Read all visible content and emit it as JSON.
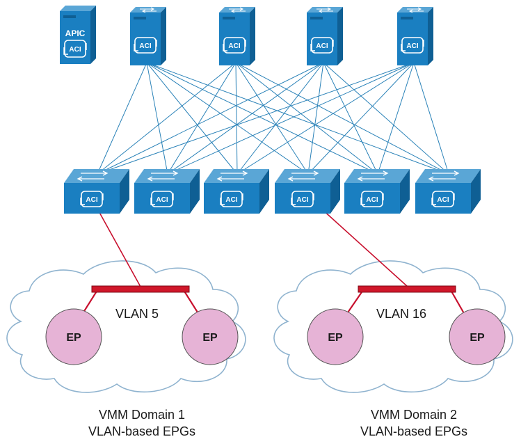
{
  "colors": {
    "device_blue": "#1a7fc1",
    "link_blue": "#2a82b8",
    "epg_link_red": "#c8102e",
    "ep_fill": "#e6b3d6",
    "cloud_stroke": "#8fb3cf"
  },
  "controller": {
    "label": "APIC",
    "badge": "ACI"
  },
  "spines": [
    {
      "badge": "ACI"
    },
    {
      "badge": "ACI"
    },
    {
      "badge": "ACI"
    },
    {
      "badge": "ACI"
    }
  ],
  "leaves": [
    {
      "badge": "ACI"
    },
    {
      "badge": "ACI"
    },
    {
      "badge": "ACI"
    },
    {
      "badge": "ACI"
    },
    {
      "badge": "ACI"
    },
    {
      "badge": "ACI"
    }
  ],
  "domains": [
    {
      "vlan_label": "VLAN 5",
      "endpoints": [
        "EP",
        "EP"
      ],
      "caption_line1": "VMM Domain 1",
      "caption_line2": "VLAN-based EPGs"
    },
    {
      "vlan_label": "VLAN 16",
      "endpoints": [
        "EP",
        "EP"
      ],
      "caption_line1": "VMM Domain 2",
      "caption_line2": "VLAN-based EPGs"
    }
  ]
}
